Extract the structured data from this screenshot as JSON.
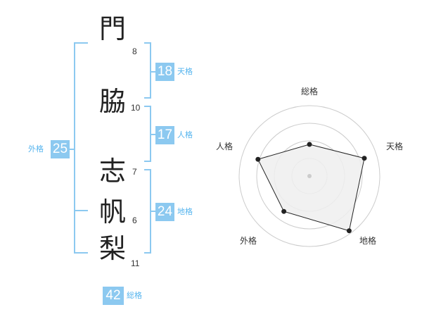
{
  "name": {
    "characters": [
      {
        "char": "門",
        "strokes": "8"
      },
      {
        "char": "脇",
        "strokes": "10"
      },
      {
        "char": "志",
        "strokes": "7"
      },
      {
        "char": "帆",
        "strokes": "6"
      },
      {
        "char": "梨",
        "strokes": "11"
      }
    ]
  },
  "scores": {
    "tenkaku": {
      "label": "天格",
      "value": "18"
    },
    "jinkaku": {
      "label": "人格",
      "value": "17"
    },
    "chikaku": {
      "label": "地格",
      "value": "24"
    },
    "gaikaku": {
      "label": "外格",
      "value": "25"
    },
    "soukaku": {
      "label": "総格",
      "value": "42"
    }
  },
  "chart_data": {
    "type": "radar",
    "axes": [
      "総格",
      "天格",
      "地格",
      "外格",
      "人格"
    ],
    "values": [
      0.45,
      0.82,
      0.96,
      0.62,
      0.77
    ],
    "range": [
      0,
      1
    ],
    "rings": 4,
    "colors": {
      "fill": "#eeeeee",
      "outline": "#222222",
      "grid": "#cccccc",
      "accent": "#8cc9f0"
    }
  }
}
